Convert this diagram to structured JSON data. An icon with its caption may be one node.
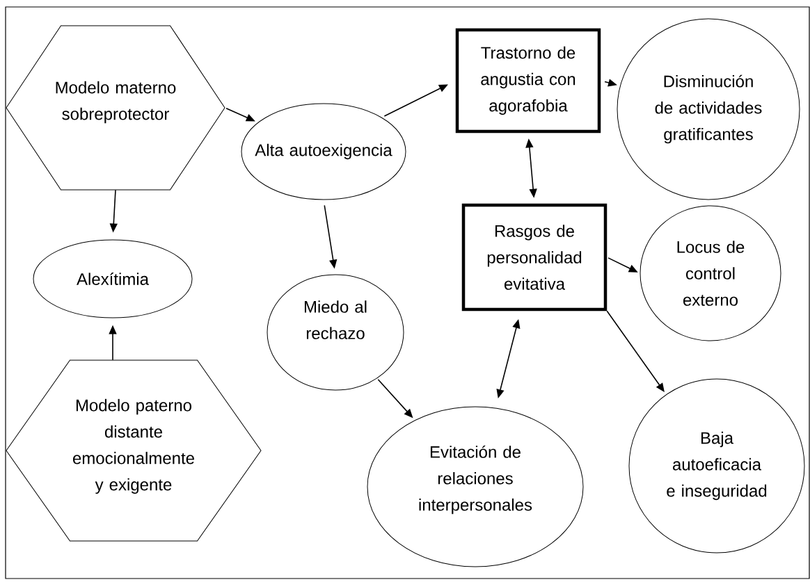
{
  "diagram": {
    "nodes": [
      {
        "text": [
          "Modelo materno sobreprotector"
        ]
      },
      {
        "text": [
          "Alexítimia"
        ]
      },
      {
        "text": [
          "Modelo paterno distante emocionalmente y exigente"
        ]
      },
      {
        "text": [
          "Alta autoexigencia"
        ]
      },
      {
        "text": [
          "Miedo al rechazo"
        ]
      },
      {
        "text": [
          "Trastorno de angustia con agorafobia"
        ]
      },
      {
        "text": [
          "Disminución de actividades gratificantes"
        ]
      },
      {
        "text": [
          "Rasgos de personalidad evitativa"
        ]
      },
      {
        "text": [
          "Locus de control externo"
        ]
      },
      {
        "text": [
          "Evitación de relaciones interpersonales"
        ]
      },
      {
        "text": [
          "Baja autoeficacia e inseguridad"
        ]
      }
    ],
    "edges": [
      {
        "from": 0,
        "to": 3,
        "arrow": "to"
      },
      {
        "from": 0,
        "to": 1,
        "arrow": "to"
      },
      {
        "from": 2,
        "to": 1,
        "arrow": "to"
      },
      {
        "from": 3,
        "to": 5,
        "arrow": "to"
      },
      {
        "from": 3,
        "to": 4,
        "arrow": "to"
      },
      {
        "from": 5,
        "to": 6,
        "arrow": "to"
      },
      {
        "from": 5,
        "to": 7,
        "arrow": "both"
      },
      {
        "from": 7,
        "to": 8,
        "arrow": "to"
      },
      {
        "from": 9,
        "to": 7,
        "arrow": "both"
      },
      {
        "from": 7,
        "to": 10,
        "arrow": "to"
      },
      {
        "from": 4,
        "to": 9,
        "arrow": "to"
      }
    ]
  }
}
